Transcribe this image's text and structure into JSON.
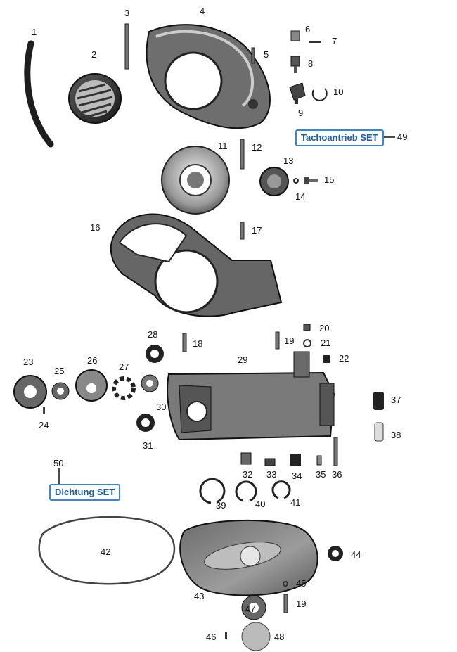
{
  "parts": [
    "1",
    "2",
    "3",
    "4",
    "5",
    "6",
    "7",
    "8",
    "9",
    "10",
    "11",
    "12",
    "13",
    "14",
    "15",
    "16",
    "17",
    "18",
    "19",
    "20",
    "21",
    "22",
    "23",
    "24",
    "25",
    "26",
    "27",
    "28",
    "29",
    "30",
    "31",
    "32",
    "33",
    "34",
    "35",
    "36",
    "37",
    "38",
    "39",
    "40",
    "41",
    "42",
    "43",
    "44",
    "45",
    "47",
    "19",
    "46",
    "48"
  ],
  "callouts": {
    "tacho": {
      "number": "49",
      "label": "Tachoantrieb SET"
    },
    "dichtung": {
      "number": "50",
      "label": "Dichtung SET"
    }
  },
  "colors": {
    "callout_border": "#3a86c8",
    "callout_text": "#1a5fa8",
    "ink": "#111111"
  }
}
